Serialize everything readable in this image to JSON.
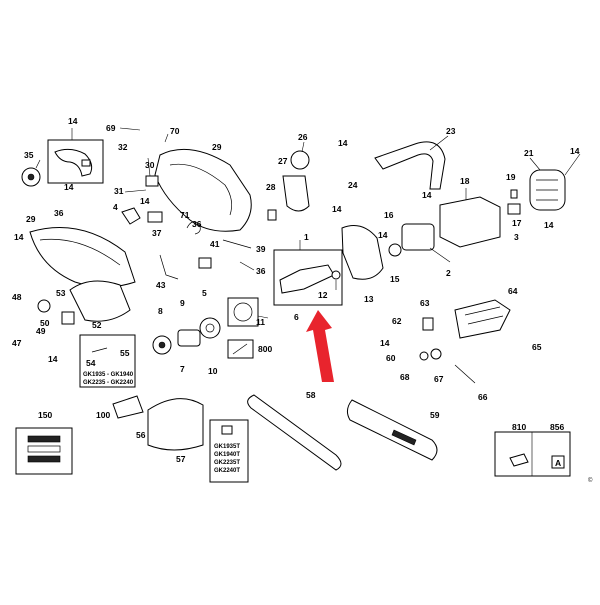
{
  "callouts": {
    "c1": "1",
    "c2": "2",
    "c3": "3",
    "c4": "4",
    "c5": "5",
    "c6": "6",
    "c7": "7",
    "c8": "8",
    "c9": "9",
    "c10": "10",
    "c11": "11",
    "c12": "12",
    "c13": "13",
    "c14a": "14",
    "c14b": "14",
    "c14c": "14",
    "c14d": "14",
    "c14e": "14",
    "c14f": "14",
    "c14g": "14",
    "c14h": "14",
    "c14i": "14",
    "c14j": "14",
    "c14k": "14",
    "c14l": "14",
    "c15": "15",
    "c16": "16",
    "c17": "17",
    "c18": "18",
    "c19": "19",
    "c21": "21",
    "c23": "23",
    "c24": "24",
    "c26": "26",
    "c27": "27",
    "c28": "28",
    "c29a": "29",
    "c29b": "29",
    "c30": "30",
    "c31": "31",
    "c32": "32",
    "c35": "35",
    "c36a": "36",
    "c36b": "36",
    "c37": "37",
    "c39": "39",
    "c41": "41",
    "c43": "43",
    "c47": "47",
    "c48": "48",
    "c49": "49",
    "c50": "50",
    "c52": "52",
    "c53": "53",
    "c54": "54",
    "c55": "55",
    "c56": "56",
    "c57": "57",
    "c58": "58",
    "c59": "59",
    "c60": "60",
    "c62": "62",
    "c63": "63",
    "c64": "64",
    "c65": "65",
    "c66": "66",
    "c67": "67",
    "c68": "68",
    "c69": "69",
    "c70": "70",
    "c71": "71",
    "c100": "100",
    "c150": "150",
    "c800": "800",
    "c810": "810",
    "c856": "856"
  },
  "model_box_1": [
    "GK1935 - GK1940",
    "GK2235 - GK2240"
  ],
  "model_box_2": [
    "GK1935T",
    "GK1940T",
    "GK2235T",
    "GK2240T"
  ],
  "label_letter": "A",
  "copyright": "©",
  "colors": {
    "arrow": "#e8242d",
    "lines": "#000000",
    "background": "#ffffff"
  }
}
